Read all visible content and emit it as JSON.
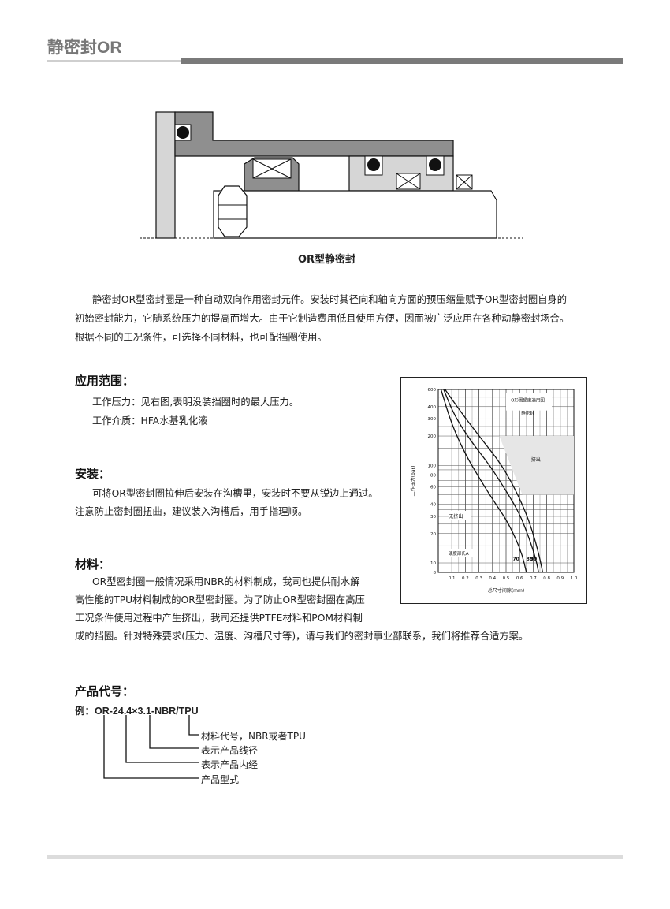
{
  "header": {
    "title": "静密封OR"
  },
  "diagram": {
    "caption": "OR型静密封"
  },
  "intro": {
    "lines": [
      "静密封OR型密封圈是一种自动双向作用密封元件。安装时其径向和轴向方面的预压缩量赋予OR型密封圈自身的",
      "初始密封能力，它随系统压力的提高而增大。由于它制造费用低且使用方便，因而被广泛应用在各种动静密封场合。",
      "根据不同的工况条件，可选择不同材料，也可配挡圈使用。"
    ]
  },
  "application": {
    "title": "应用范围：",
    "pressure": "工作压力：见右图,表明没装挡圈时的最大压力。",
    "medium": "工作介质：HFA水基乳化液"
  },
  "installation": {
    "title": "安装：",
    "lines": [
      "可将OR型密封圈拉伸后安装在沟槽里，安装时不要从锐边上通过。",
      "注意防止密封圈扭曲，建议装入沟槽后，用手指理顺。"
    ]
  },
  "material": {
    "title": "材料：",
    "lines": [
      "OR型密封圈一般情况采用NBR的材料制成，我司也提供耐水解",
      "高性能的TPU材料制成的OR型密封圈。为了防止OR型密封圈在高压",
      "工况条件使用过程中产生挤出，我司还提供PTFE材料和POM材料制",
      "成的挡圈。针对特殊要求(压力、温度、沟槽尺寸等)，请与我们的密封事业部联系，我们将推荐合适方案。"
    ]
  },
  "product_code": {
    "title": "产品代号：",
    "example": "例：OR-24.4×3.1-NBR/TPU",
    "legend": [
      "材料代号，NBR或者TPU",
      "表示产品线径",
      "表示产品内经",
      "产品型式"
    ]
  },
  "chart_data": {
    "type": "line",
    "title": "O形圈硬度选用图",
    "subtitle": "静密封",
    "ylabel": "工作压力(bar)",
    "xlabel": "总尺寸间隙(mm)",
    "x_ticks": [
      "0.1",
      "0.2",
      "0.3",
      "0.4",
      "0.5",
      "0.6",
      "0.7",
      "0.8",
      "0.9",
      "1.0"
    ],
    "y_ticks": [
      "600",
      "400",
      "300",
      "200",
      "100",
      "80",
      "60",
      "40",
      "30",
      "20",
      "10",
      "8"
    ],
    "xlim": [
      0,
      1.0
    ],
    "ylim": [
      8,
      600
    ],
    "yscale": "log",
    "region_labels": {
      "extrusion": "挤出",
      "no_extrusion": "无挤出",
      "hardness": "硬度邵氏A"
    },
    "series": [
      {
        "name": "70",
        "points": [
          [
            0.02,
            600
          ],
          [
            0.1,
            260
          ],
          [
            0.2,
            130
          ],
          [
            0.3,
            75
          ],
          [
            0.4,
            45
          ],
          [
            0.5,
            28
          ],
          [
            0.57,
            18
          ],
          [
            0.62,
            12
          ],
          [
            0.65,
            8
          ]
        ]
      },
      {
        "name": "80",
        "points": [
          [
            0.04,
            600
          ],
          [
            0.12,
            320
          ],
          [
            0.25,
            170
          ],
          [
            0.38,
            100
          ],
          [
            0.5,
            55
          ],
          [
            0.6,
            32
          ],
          [
            0.67,
            18
          ],
          [
            0.72,
            11
          ],
          [
            0.74,
            8
          ]
        ]
      },
      {
        "name": "90",
        "points": [
          [
            0.05,
            600
          ],
          [
            0.15,
            380
          ],
          [
            0.3,
            200
          ],
          [
            0.45,
            110
          ],
          [
            0.56,
            60
          ],
          [
            0.65,
            32
          ],
          [
            0.71,
            18
          ],
          [
            0.75,
            11
          ],
          [
            0.77,
            8
          ]
        ]
      }
    ]
  }
}
